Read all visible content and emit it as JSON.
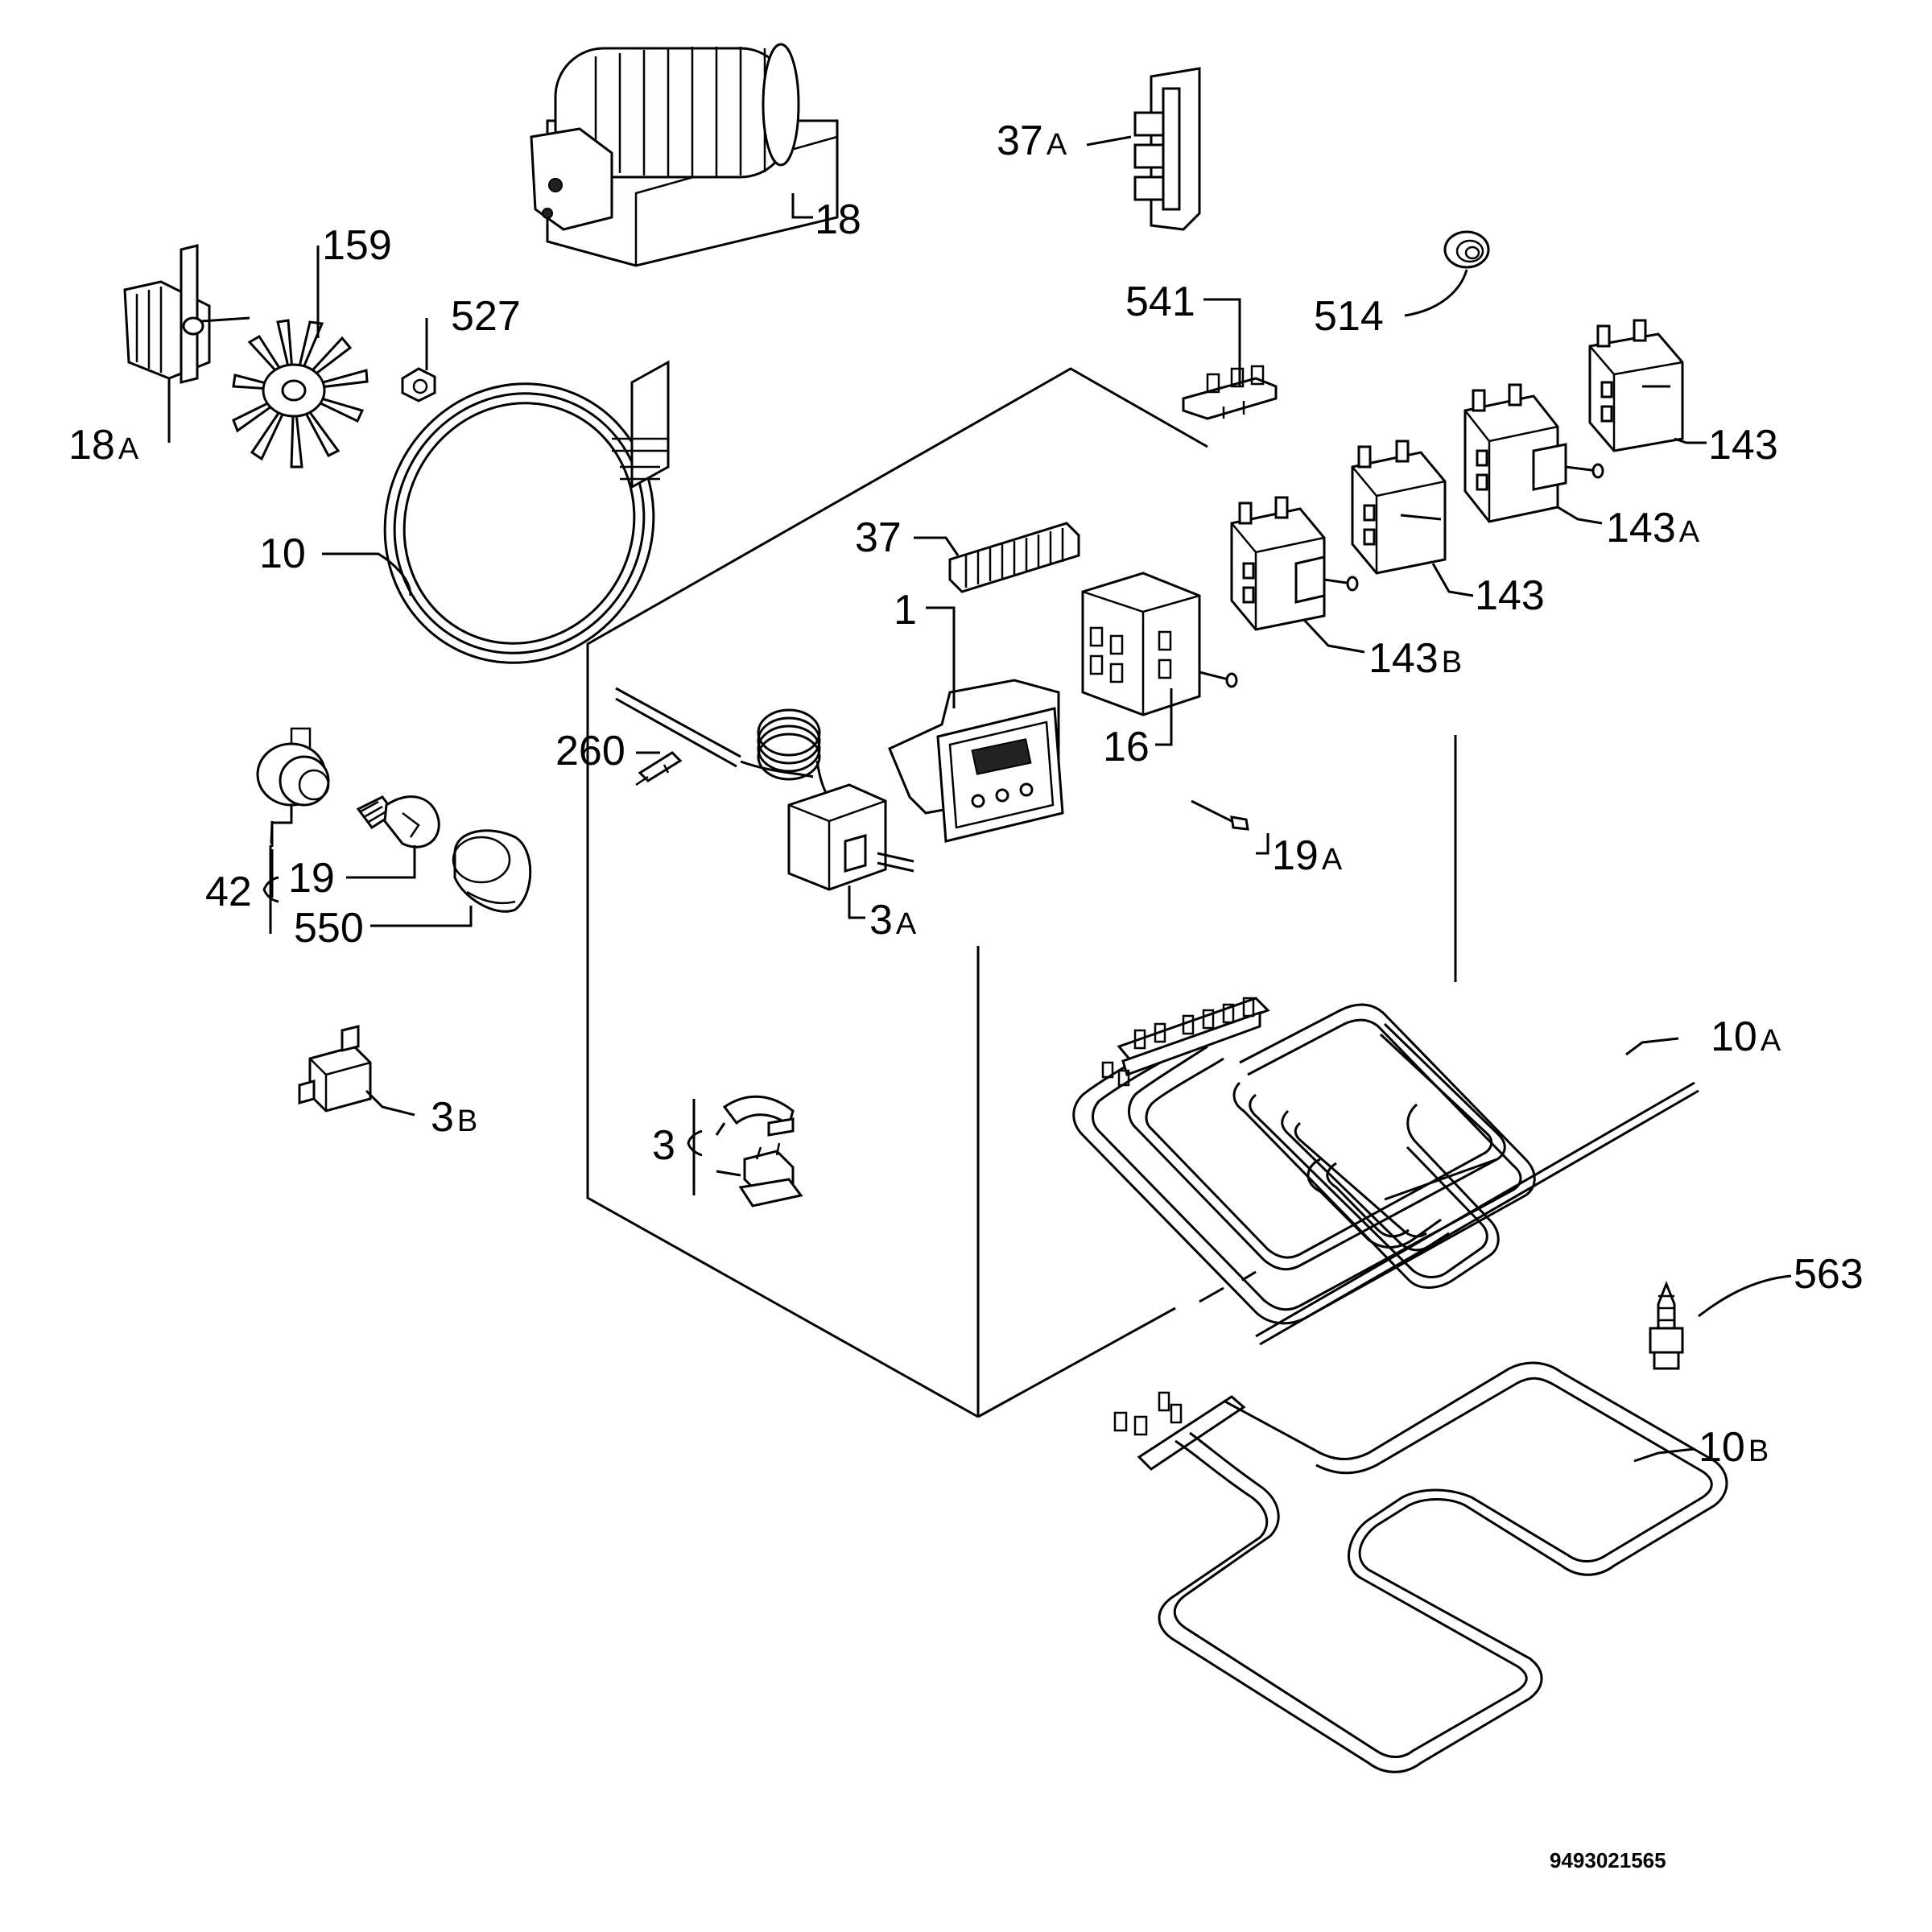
{
  "labels": {
    "l18": "18",
    "l37a": "37",
    "l37a_s": "A",
    "l159": "159",
    "l527": "527",
    "l18a": "18",
    "l18a_s": "A",
    "l541": "541",
    "l514": "514",
    "l143_top": "143",
    "l143a": "143",
    "l143a_s": "A",
    "l143_mid": "143",
    "l143b": "143",
    "l143b_s": "B",
    "l10": "10",
    "l37": "37",
    "l1": "1",
    "l16": "16",
    "l260": "260",
    "l19a": "19",
    "l19a_s": "A",
    "l3a": "3",
    "l3a_s": "A",
    "l42": "42",
    "l19": "19",
    "l550": "550",
    "l10a": "10",
    "l10a_s": "A",
    "l3b": "3",
    "l3b_s": "B",
    "l3": "3",
    "l563": "563",
    "l10b": "10",
    "l10b_s": "B"
  },
  "document_number": "9493021565"
}
